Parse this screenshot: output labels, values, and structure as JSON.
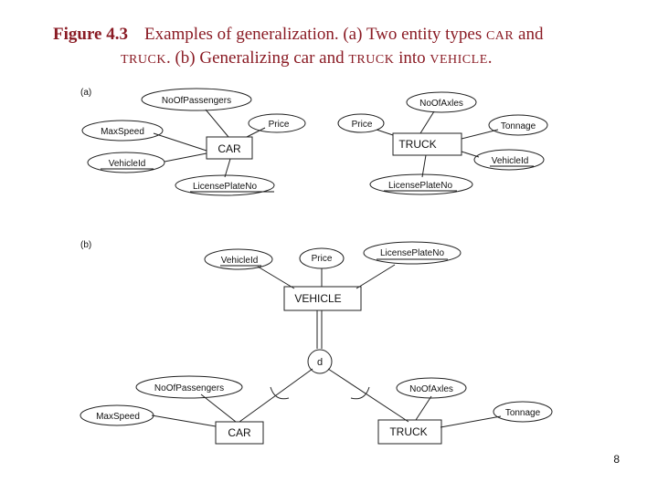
{
  "title": {
    "figure_label": "Figure 4.3",
    "caption_part1": "Examples of generalization. (a) Two entity types",
    "caption_car": "CAR",
    "caption_and": "and",
    "caption_truck1": "TRUCK",
    "caption_part2": ". (b) Generalizing car and",
    "caption_truck2": "TRUCK",
    "caption_into": "into",
    "caption_vehicle": "VEHICLE",
    "caption_end": "."
  },
  "part_a": {
    "label": "(a)",
    "car_entity": "CAR",
    "car_attrs": {
      "no_of_passengers": "NoOfPassengers",
      "max_speed": "MaxSpeed",
      "vehicle_id": "VehicleId",
      "price": "Price",
      "license_plate_no": "LicensePlateNo"
    },
    "truck_entity": "TRUCK",
    "truck_attrs": {
      "no_of_axles": "NoOfAxles",
      "price": "Price",
      "tonnage": "Tonnage",
      "vehicle_id": "VehicleId",
      "license_plate_no": "LicensePlateNo"
    }
  },
  "part_b": {
    "label": "(b)",
    "vehicle_entity": "VEHICLE",
    "vehicle_attrs": {
      "vehicle_id": "VehicleId",
      "price": "Price",
      "license_plate_no": "LicensePlateNo"
    },
    "disjoint_symbol": "d",
    "car_entity": "CAR",
    "car_attrs": {
      "no_of_passengers": "NoOfPassengers",
      "max_speed": "MaxSpeed"
    },
    "truck_entity": "TRUCK",
    "truck_attrs": {
      "no_of_axles": "NoOfAxles",
      "tonnage": "Tonnage"
    }
  },
  "page_number": "8"
}
